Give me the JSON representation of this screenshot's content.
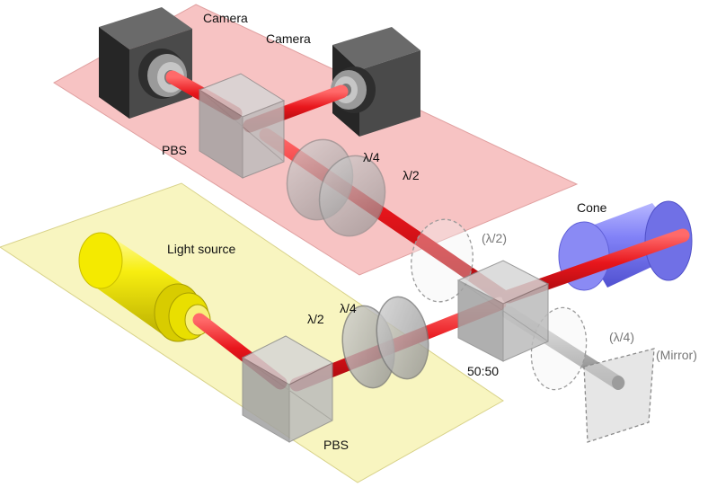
{
  "labels": {
    "camera_top": "Camera",
    "camera_right": "Camera",
    "pbs_top": "PBS",
    "quarter_wave_top": "λ/4",
    "half_wave_top": "λ/2",
    "cone": "Cone",
    "half_wave_optional": "(λ/2)",
    "light_source": "Light source",
    "half_wave_bottom": "λ/2",
    "quarter_wave_bottom": "λ/4",
    "beam_splitter": "50:50",
    "quarter_wave_optional": "(λ/4)",
    "mirror_optional": "(Mirror)",
    "pbs_bottom": "PBS"
  },
  "colors": {
    "detection_plane": "#f7c3c3",
    "source_plane": "#f8f5c0",
    "beam": "#e8161c",
    "optional_beam": "#b8b8b8",
    "camera_body": "#4a4a4a",
    "cube": "#a8a8a8",
    "light_source": "#f2e600",
    "cone": "#7f7ff5",
    "optional_optics": "#9a9a9a"
  },
  "icons": {
    "camera": "camera-icon",
    "light_source": "light-source-icon",
    "beam_splitter": "cube-icon",
    "wave_plate": "wave-plate-icon",
    "cone": "cone-icon",
    "mirror": "mirror-icon"
  }
}
